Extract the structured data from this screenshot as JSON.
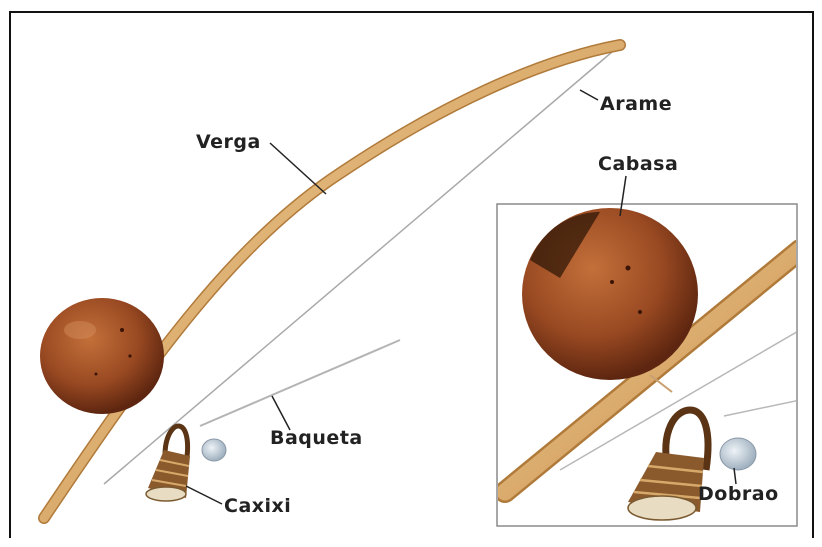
{
  "labels": {
    "verga": "Verga",
    "arame": "Arame",
    "cabasa": "Cabasa",
    "baqueta": "Baqueta",
    "caxixi": "Caxixi",
    "dobrao": "Dobrao"
  },
  "colors": {
    "wood_light": "#e3b677",
    "wood_dark": "#b0793a",
    "gourd": "#9a4a22",
    "gourd_dark": "#6e2e12",
    "wire": "#9a9a9a",
    "text": "#222222"
  }
}
